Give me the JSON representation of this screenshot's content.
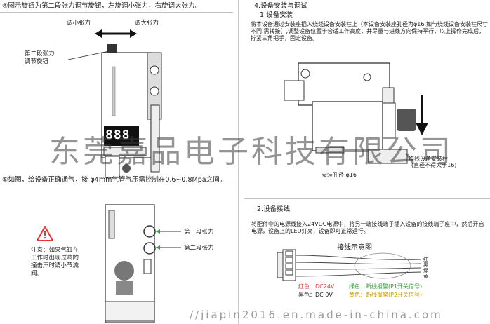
{
  "step4_text": "④图示旋钮为第二段张力调节旋钮，左旋调小张力，右旋调大张力。",
  "knob_decrease": "调小张力",
  "knob_increase": "调大张力",
  "knob_label": "第二段张力\n调节旋钮",
  "display_digits": "888",
  "step5_text": "⑤如图，给设备正确通气，接 φ4mm气管气压需控制在0.6~0.8Mpa之间。",
  "tension_stage1": "第一段张力",
  "tension_stage2": "第二段张力",
  "warning_note": "注意：如果气缸在工作时出现过响的撞击声时请小节流阀。",
  "section4_title": "4.设备安装与调试",
  "section4_sub": "1.设备安装",
  "section4_body": "将本设备通过安装座插入绕线设备安装柱上（本设备安装座孔径为φ16.如与绕线设备安装柱尺寸不同.需转接）,调整设备位置于合适工作高度，并尽量与进线方向保持平行，以上操作完成后，拧紧三角把手，固定设备。",
  "mount_post_label": "绕线设备安装柱",
  "mount_post_note": "(直径不得大于16)",
  "mount_hole_label": "安装孔径 φ16",
  "section2_title": "2.设备接线",
  "section2_body": "将配件中的电源线接入24VDC电源中，将另一端接线端子插入设备的接线端子座中，然后开启电源，设备上的LED灯亮，设备即可正常运行。",
  "wiring_title": "接线示意图",
  "wire_colors": [
    "红",
    "黑",
    "绿",
    "黄"
  ],
  "wiring_legend": {
    "red": "红色：DC24V",
    "green": "绿色：断线报警(P1开关信号)",
    "black": "黑色：DC 0V",
    "yellow": "黄色：断线报警(P2开关信号)"
  },
  "watermark": "东莞嘉品电子科技有限公司",
  "footer_url": "//jiapin2016.en.made-in-china.com"
}
